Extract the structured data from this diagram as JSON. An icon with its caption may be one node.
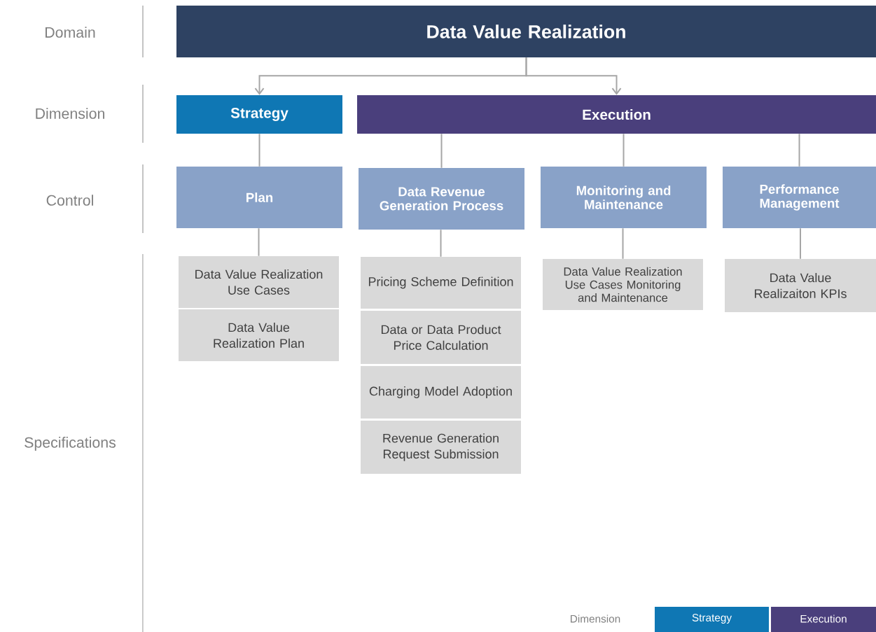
{
  "diagram": {
    "nodes": [
      {
        "text": [
          "Data Value Realization"
        ]
      },
      {
        "text": [
          "Strategy"
        ]
      },
      {
        "text": [
          "Execution"
        ]
      },
      {
        "text": [
          "Plan"
        ]
      },
      {
        "text": [
          "Data Revenue Generation Process"
        ]
      },
      {
        "text": [
          "Monitoring and Maintenance"
        ]
      },
      {
        "text": [
          "Performance Management"
        ]
      },
      {
        "text": [
          "Data Value Realization Use Cases"
        ]
      },
      {
        "text": [
          "Data Value Realization Plan"
        ]
      },
      {
        "text": [
          "Pricing Scheme Definition"
        ]
      },
      {
        "text": [
          "Data or Data Product Price Calculation"
        ]
      },
      {
        "text": [
          "Charging Model Adoption"
        ]
      },
      {
        "text": [
          "Revenue Generation Request Submission"
        ]
      },
      {
        "text": [
          "Data Value Realization Use Cases Monitoring and Maintenance"
        ]
      },
      {
        "text": [
          "Data Value Realizaiton KPIs"
        ]
      }
    ],
    "edges": [
      {
        "from": 0,
        "to": 1,
        "arrow": "to"
      },
      {
        "from": 0,
        "to": 2,
        "arrow": "to"
      },
      {
        "from": 1,
        "to": 3,
        "arrow": "none"
      },
      {
        "from": 2,
        "to": 4,
        "arrow": "none"
      },
      {
        "from": 2,
        "to": 5,
        "arrow": "none"
      },
      {
        "from": 2,
        "to": 6,
        "arrow": "none"
      },
      {
        "from": 3,
        "to": 7,
        "arrow": "none"
      },
      {
        "from": 4,
        "to": 9,
        "arrow": "none"
      },
      {
        "from": 5,
        "to": 13,
        "arrow": "none"
      },
      {
        "from": 6,
        "to": 14,
        "arrow": "none"
      }
    ],
    "labels": [
      "Domain",
      "Dimension",
      "Control",
      "Specifications"
    ],
    "legend": [
      {
        "text": "Dimension"
      },
      {
        "text": "Strategy",
        "color": "#0f77b4"
      },
      {
        "text": "Execution",
        "color": "#4a3f7c"
      }
    ]
  }
}
